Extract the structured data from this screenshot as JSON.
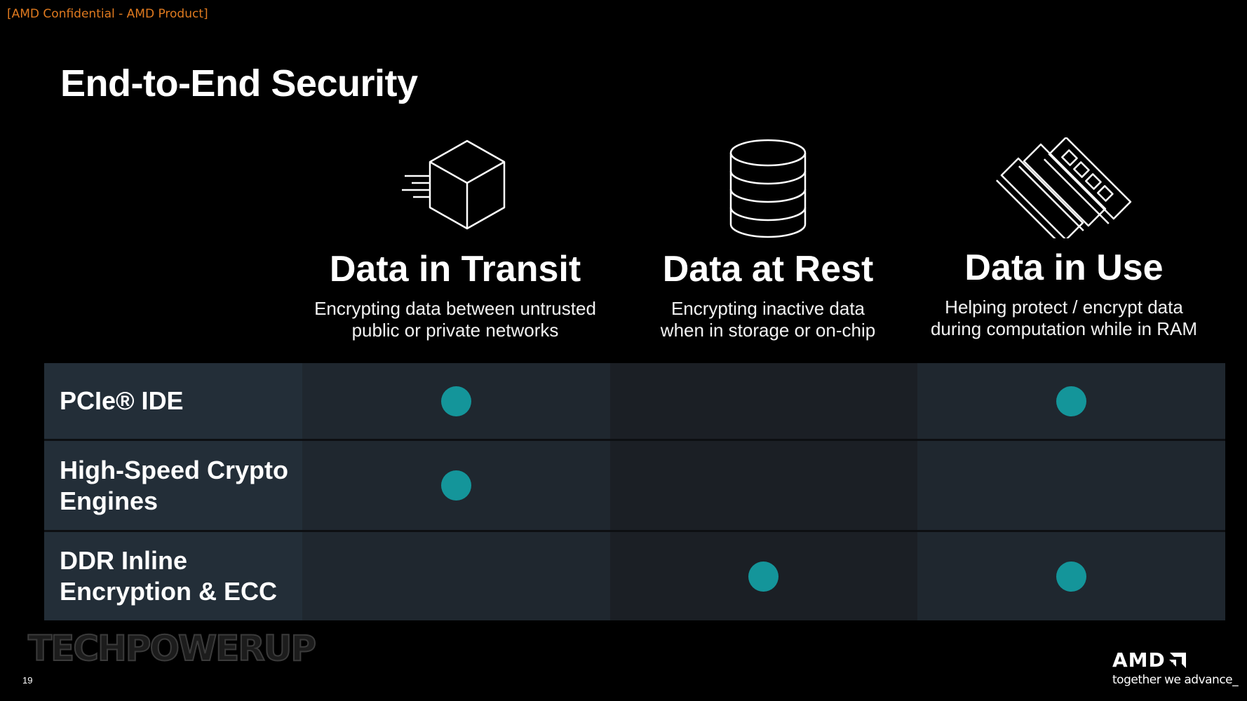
{
  "header": {
    "confidential": "[AMD Confidential - AMD Product]",
    "title": "End-to-End Security"
  },
  "columns": [
    {
      "icon": "cube-transit-icon",
      "title": "Data in Transit",
      "desc_line1": "Encrypting data between untrusted",
      "desc_line2": "public or private networks"
    },
    {
      "icon": "database-icon",
      "title": "Data at Rest",
      "desc_line1": "Encrypting inactive data",
      "desc_line2": "when in storage or on-chip"
    },
    {
      "icon": "memory-modules-icon",
      "title": "Data in Use",
      "desc_line1": "Helping protect / encrypt data",
      "desc_line2": "during computation while in RAM"
    }
  ],
  "rows": [
    {
      "label_line1": "PCIe® IDE",
      "label_line2": "",
      "marks": [
        true,
        false,
        true
      ]
    },
    {
      "label_line1": "High-Speed Crypto",
      "label_line2": "Engines",
      "marks": [
        true,
        false,
        false
      ]
    },
    {
      "label_line1": "DDR Inline",
      "label_line2": "Encryption & ECC",
      "marks": [
        false,
        true,
        true
      ]
    }
  ],
  "colors": {
    "accent_dot": "#14959a",
    "confidential_text": "#e07a1f",
    "row_label_bg": "#232e38"
  },
  "footer": {
    "page_number": "19",
    "watermark": "TECHPOWERUP",
    "brand": "AMD",
    "tagline": "together we advance_"
  }
}
